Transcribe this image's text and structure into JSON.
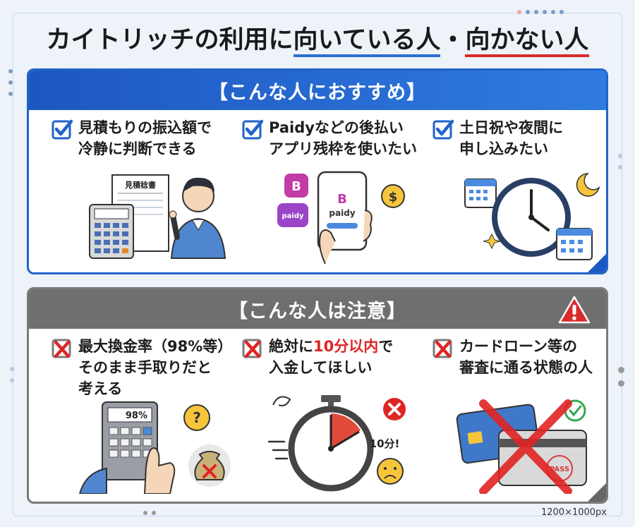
{
  "title": {
    "prefix": "カイトリッチの利用に",
    "suitable": "向いている人",
    "separator": "・",
    "unsuitable": "向かない人"
  },
  "recommended": {
    "header": "【こんな人におすすめ】",
    "items": [
      {
        "line1": "見積もりの振込額で",
        "line2": "冷静に判断できる",
        "icon": "checked-checkbox-icon"
      },
      {
        "line1": "Paidyなどの後払い",
        "line2": "アプリ残枠を使いたい",
        "icon": "checked-checkbox-icon"
      },
      {
        "line1": "土日祝や夜間に",
        "line2": "申し込みたい",
        "icon": "checked-checkbox-icon"
      }
    ],
    "illustrations": {
      "estimate_doc_label": "見積稔書",
      "app_label": "paidy",
      "app_icon_label": "paidy"
    }
  },
  "caution": {
    "header": "【こんな人は注意】",
    "items": [
      {
        "line1": "最大換金率（98%等）",
        "line2": "そのまま手取りだと",
        "line3": "考える",
        "icon": "x-checkbox-icon"
      },
      {
        "line1_a": "絶対に",
        "line1_b": "10分以内",
        "line1_c": "で",
        "line2": "入金してほしい",
        "icon": "x-checkbox-icon"
      },
      {
        "line1": "カードローン等の",
        "line2": "審査に通る状態の人",
        "icon": "x-checkbox-icon"
      }
    ],
    "illustrations": {
      "calc_display": "98%",
      "timer_label": "10分!",
      "stamp_label": "PASS"
    }
  },
  "size_label": "1200×1000px",
  "colors": {
    "blue": "#2163c9",
    "red": "#e02424",
    "gray": "#6f6f6f"
  }
}
